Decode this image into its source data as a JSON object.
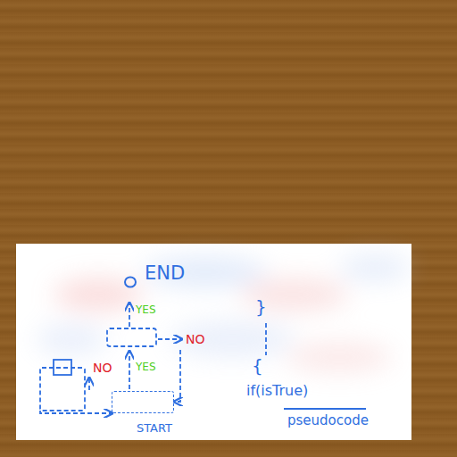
{
  "diagram": {
    "nodes": [
      {
        "text": [
          "END"
        ]
      },
      {
        "text": [
          "START"
        ]
      }
    ],
    "labels": [
      "YES",
      "NO",
      "YES",
      "NO",
      "}",
      "{",
      "if(isTrue)",
      "pseudocode"
    ]
  }
}
